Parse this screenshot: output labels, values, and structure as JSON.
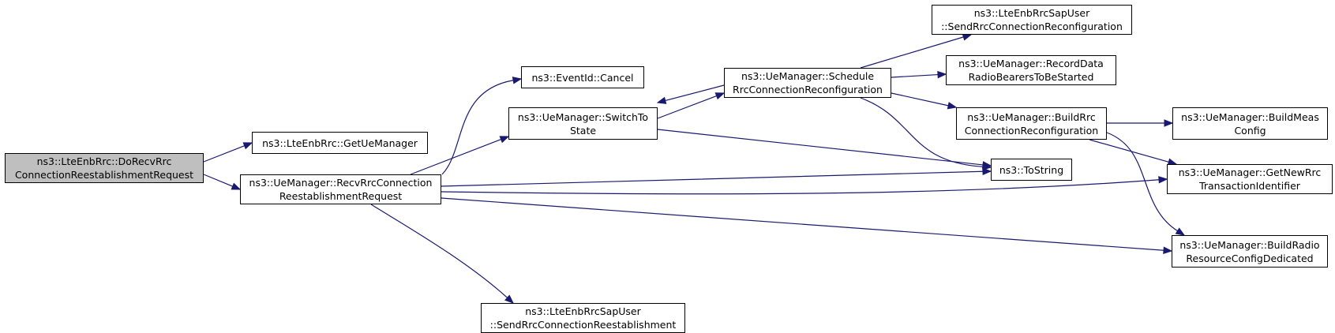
{
  "colors": {
    "edge": "#191970",
    "root_fill": "#bfbfbf",
    "node_fill": "#ffffff",
    "border": "#000000"
  },
  "nodes": {
    "root": [
      "ns3::LteEnbRrc::DoRecvRrc",
      "ConnectionReestablishmentRequest"
    ],
    "get_ue_manager": [
      "ns3::LteEnbRrc::GetUeManager"
    ],
    "recv_rrc": [
      "ns3::UeManager::RecvRrcConnection",
      "ReestablishmentRequest"
    ],
    "event_cancel": [
      "ns3::EventId::Cancel"
    ],
    "switch_to_state": [
      "ns3::UeManager::SwitchTo",
      "State"
    ],
    "send_reestablishment": [
      "ns3::LteEnbRrcSapUser",
      "::SendRrcConnectionReestablishment"
    ],
    "schedule_reconf": [
      "ns3::UeManager::Schedule",
      "RrcConnectionReconfiguration"
    ],
    "send_reconf": [
      "ns3::LteEnbRrcSapUser",
      "::SendRrcConnectionReconfiguration"
    ],
    "record_drb": [
      "ns3::UeManager::RecordData",
      "RadioBearersToBeStarted"
    ],
    "build_reconf": [
      "ns3::UeManager::BuildRrc",
      "ConnectionReconfiguration"
    ],
    "to_string": [
      "ns3::ToString"
    ],
    "build_meas": [
      "ns3::UeManager::BuildMeas",
      "Config"
    ],
    "new_transaction": [
      "ns3::UeManager::GetNewRrc",
      "TransactionIdentifier"
    ],
    "build_radio": [
      "ns3::UeManager::BuildRadio",
      "ResourceConfigDedicated"
    ]
  },
  "edges": [
    [
      "root",
      "get_ue_manager"
    ],
    [
      "root",
      "recv_rrc"
    ],
    [
      "recv_rrc",
      "event_cancel"
    ],
    [
      "recv_rrc",
      "switch_to_state"
    ],
    [
      "recv_rrc",
      "to_string"
    ],
    [
      "recv_rrc",
      "new_transaction"
    ],
    [
      "recv_rrc",
      "build_radio"
    ],
    [
      "recv_rrc",
      "send_reestablishment"
    ],
    [
      "switch_to_state",
      "schedule_reconf"
    ],
    [
      "schedule_reconf",
      "switch_to_state"
    ],
    [
      "switch_to_state",
      "to_string"
    ],
    [
      "schedule_reconf",
      "send_reconf"
    ],
    [
      "schedule_reconf",
      "record_drb"
    ],
    [
      "schedule_reconf",
      "build_reconf"
    ],
    [
      "schedule_reconf",
      "to_string"
    ],
    [
      "build_reconf",
      "build_meas"
    ],
    [
      "build_reconf",
      "new_transaction"
    ],
    [
      "build_reconf",
      "build_radio"
    ]
  ]
}
